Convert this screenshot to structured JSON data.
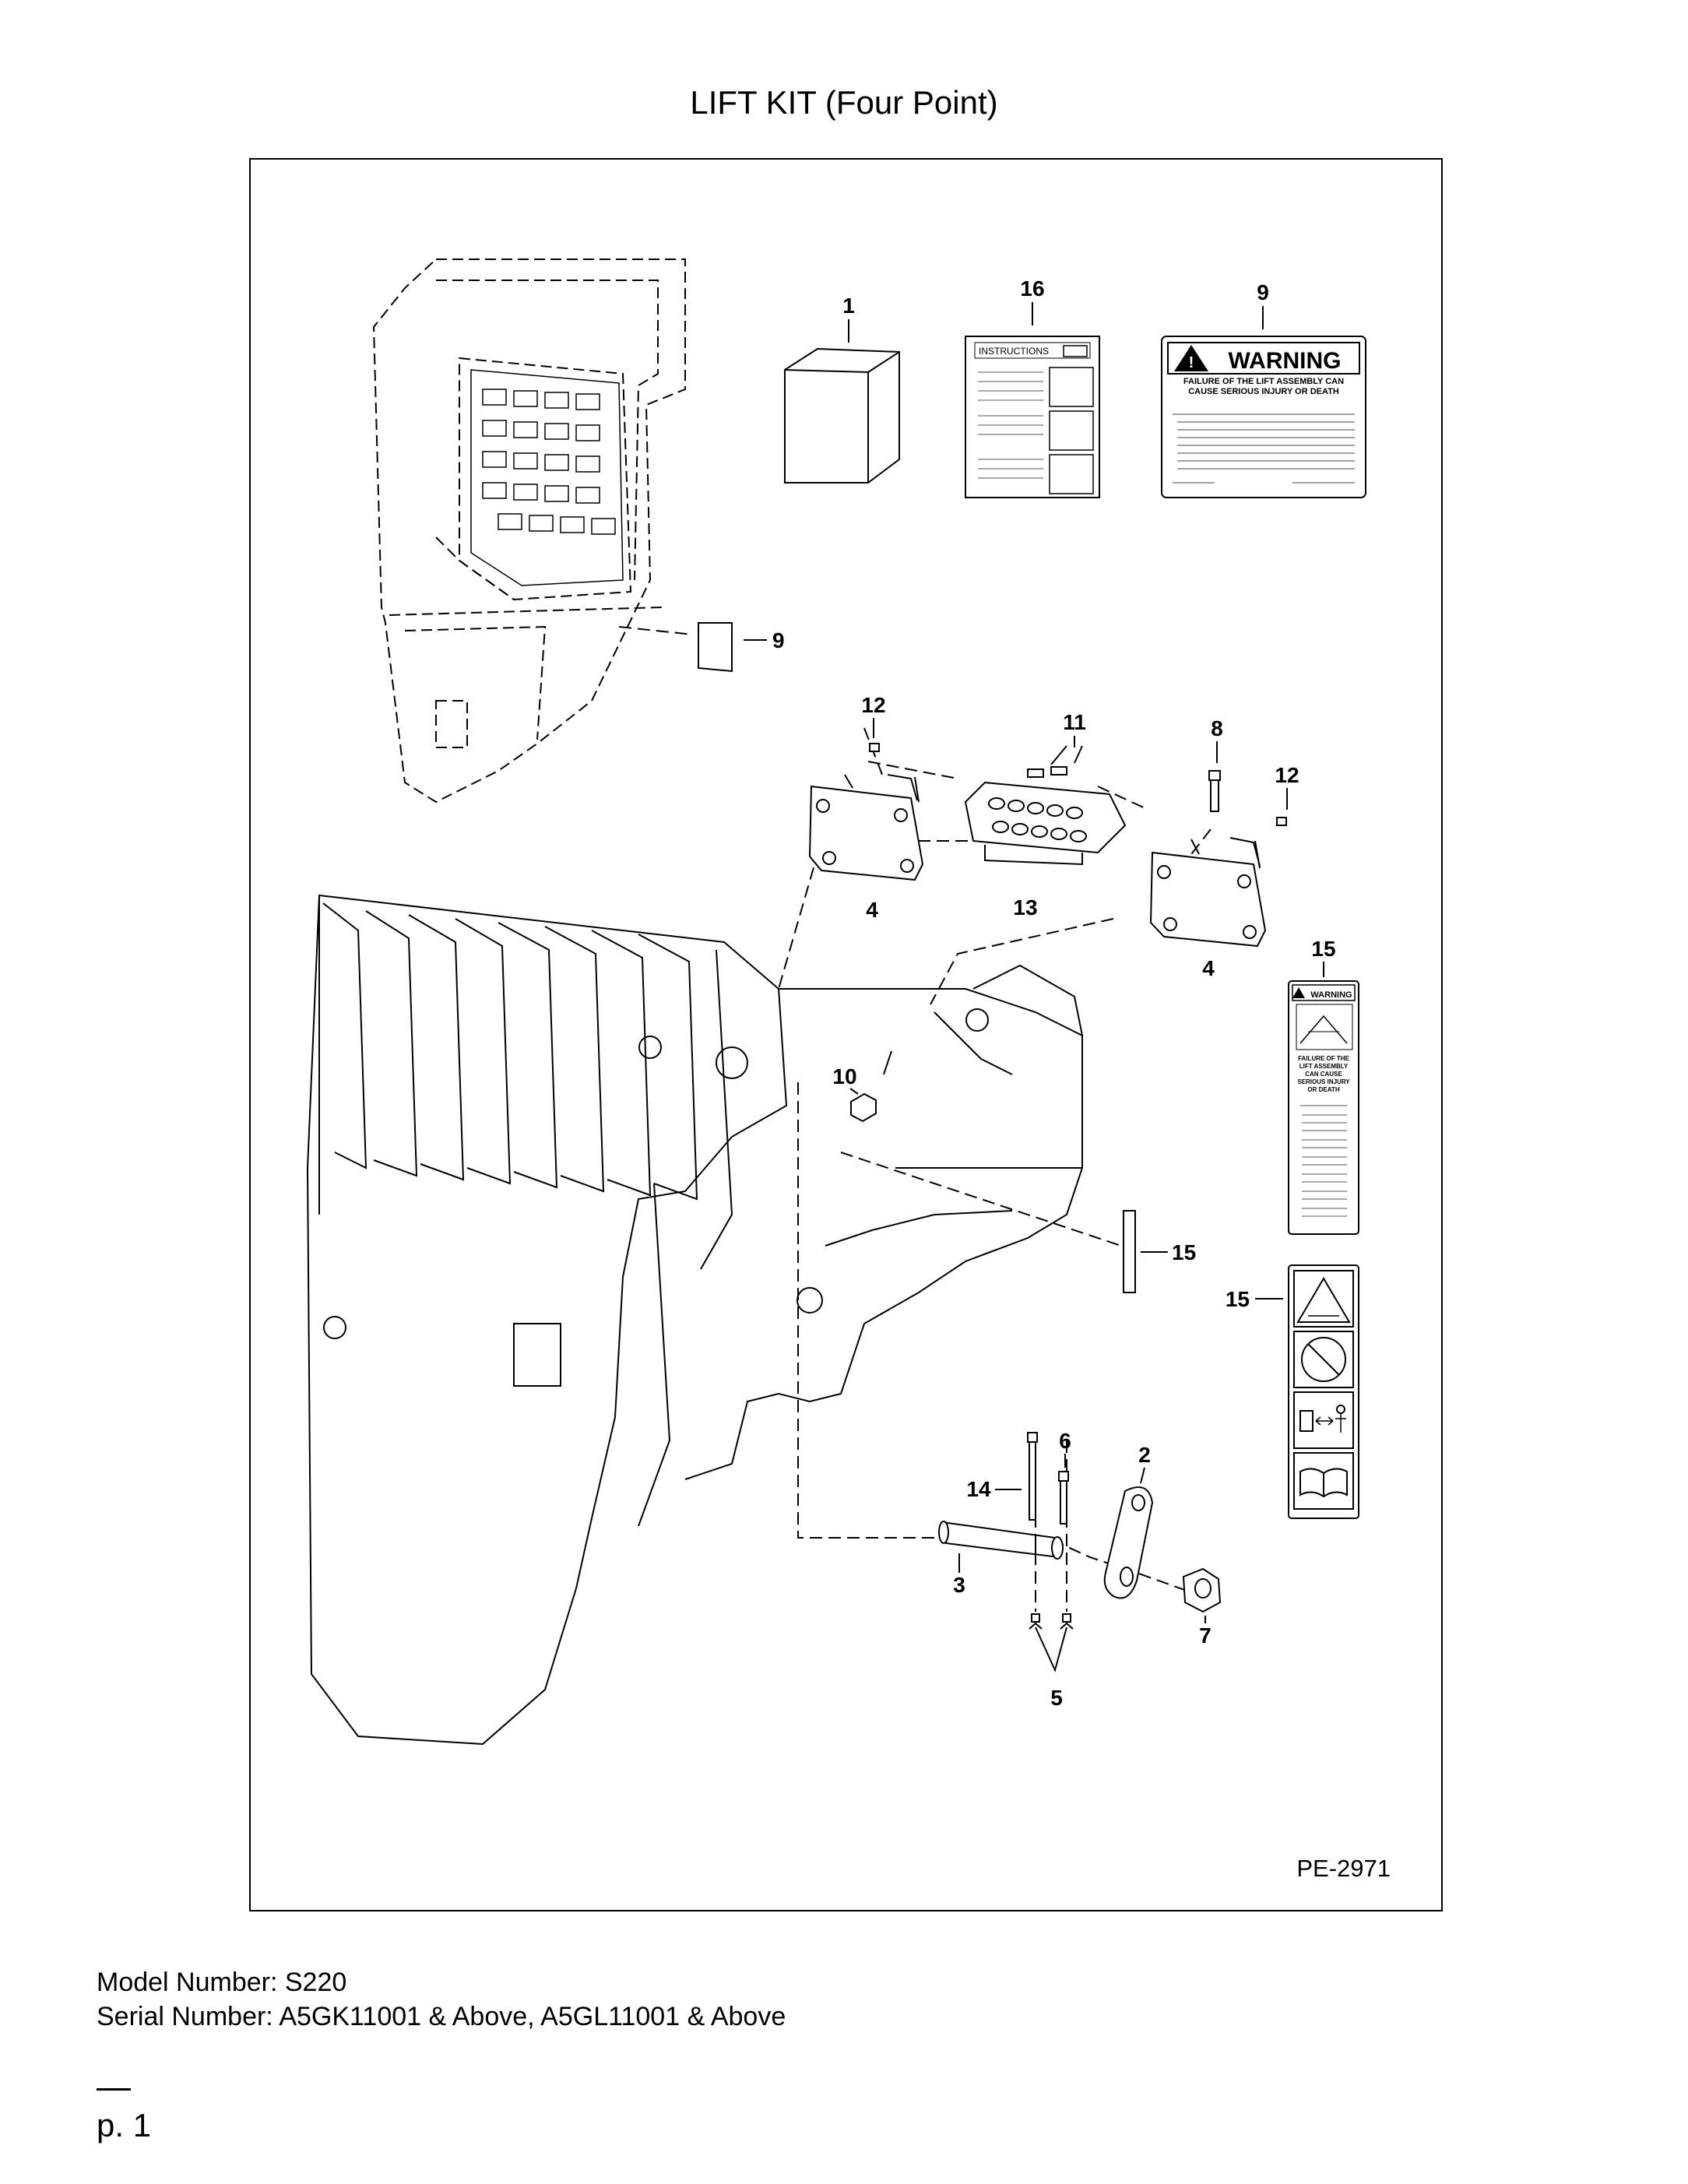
{
  "page": {
    "title": "LIFT KIT (Four Point)",
    "drawing_ref": "PE-2971",
    "model_line": "Model Number: S220",
    "serial_line": "Serial Number: A5GK11001 & Above, A5GL11001 & Above",
    "page_number": "p. 1"
  },
  "callouts": {
    "c1": "1",
    "c16": "16",
    "c9a": "9",
    "c9b": "9",
    "c12a": "12",
    "c11": "11",
    "c8": "8",
    "c12b": "12",
    "c4a": "4",
    "c13": "13",
    "c4b": "4",
    "c15a": "15",
    "c10": "10",
    "c15b": "15",
    "c15c": "15",
    "c6": "6",
    "c2": "2",
    "c14": "14",
    "c3": "3",
    "c7": "7",
    "c5": "5"
  },
  "instructions_card": {
    "heading": "INSTRUCTIONS"
  },
  "warning_decal": {
    "heading": "WARNING",
    "message": "FAILURE OF THE LIFT ASSEMBLY CAN CAUSE SERIOUS INJURY OR DEATH"
  },
  "tall_warning_decal": {
    "heading": "WARNING",
    "message_lines": [
      "FAILURE OF THE",
      "LIFT ASSEMBLY",
      "CAN CAUSE",
      "SERIOUS INJURY",
      "OR DEATH"
    ]
  }
}
